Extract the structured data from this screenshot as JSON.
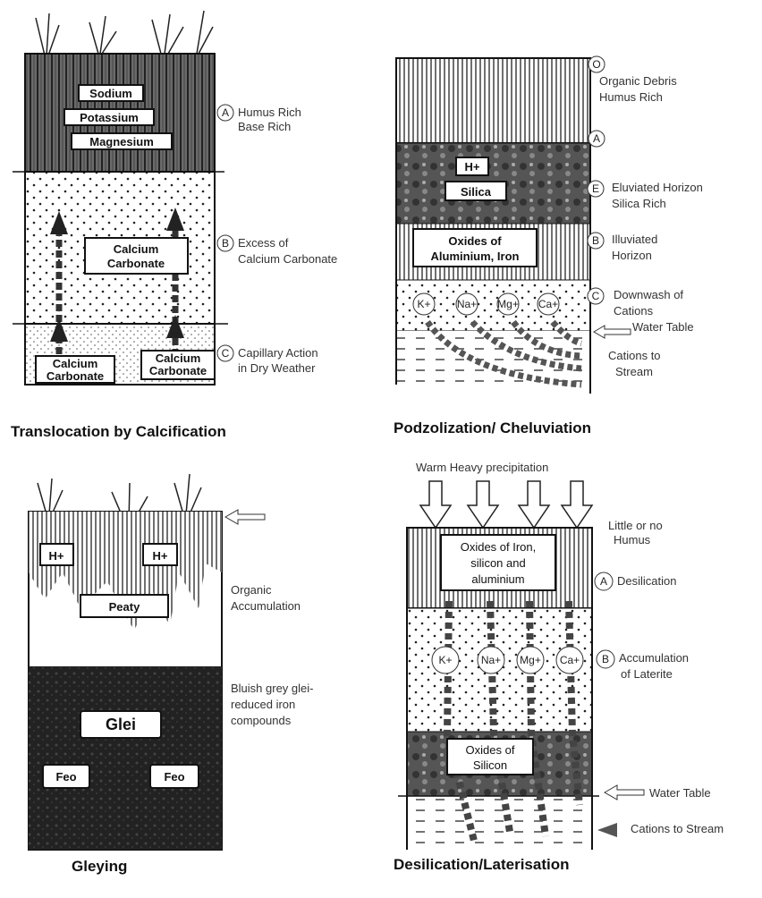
{
  "panels": [
    {
      "title": "Translocation by Calcification",
      "boxes": [
        "Sodium",
        "Potassium",
        "Magnesium",
        "Calcium",
        "Carbonate",
        "Calcium",
        "Carbonate",
        "Calcium",
        "Carbonate"
      ],
      "horizons": [
        {
          "letter": "A",
          "lines": [
            "Humus Rich",
            "Base Rich"
          ]
        },
        {
          "letter": "B",
          "lines": [
            "Excess of",
            "Calcium Carbonate"
          ]
        },
        {
          "letter": "C",
          "lines": [
            "Capillary Action",
            "in Dry Weather"
          ]
        }
      ]
    },
    {
      "title": "Podzolization/ Cheluviation",
      "boxes": [
        "H+",
        "Silica",
        "Oxides of",
        "Aluminium, Iron"
      ],
      "cations": [
        "K+",
        "Na+",
        "Mg+",
        "Ca+"
      ],
      "horizons": [
        {
          "letter": "O",
          "lines": [
            "Organic Debris",
            "Humus Rich"
          ]
        },
        {
          "letter": "A",
          "lines": []
        },
        {
          "letter": "E",
          "lines": [
            "Eluviated Horizon",
            "Silica Rich"
          ]
        },
        {
          "letter": "B",
          "lines": [
            "Illuviated",
            "Horizon"
          ]
        },
        {
          "letter": "C",
          "lines": [
            "Downwash of",
            "Cations"
          ]
        }
      ],
      "water_table": "Water Table",
      "stream": [
        "Cations to",
        "Stream"
      ]
    },
    {
      "title": "Gleying",
      "boxes": [
        "H+",
        "H+",
        "Peaty",
        "Glei",
        "Feo",
        "Feo"
      ],
      "notes": [
        [
          "Organic",
          "Accumulation"
        ],
        [
          "Bluish grey glei-",
          "reduced iron",
          "compounds"
        ]
      ]
    },
    {
      "title": "Desilication/Laterisation",
      "precipitation": "Warm Heavy precipitation",
      "boxes": [
        "Oxides of Iron,",
        "silicon and",
        "aluminium",
        "Oxides of",
        "Silicon"
      ],
      "cations": [
        "K+",
        "Na+",
        "Mg+",
        "Ca+"
      ],
      "top_note": [
        "Little or no",
        "Humus"
      ],
      "horizons": [
        {
          "letter": "A",
          "lines": [
            "Desilication"
          ]
        },
        {
          "letter": "B",
          "lines": [
            "Accumulation",
            "of Laterite"
          ]
        }
      ],
      "water_table": "Water Table",
      "stream": "Cations to Stream"
    }
  ]
}
